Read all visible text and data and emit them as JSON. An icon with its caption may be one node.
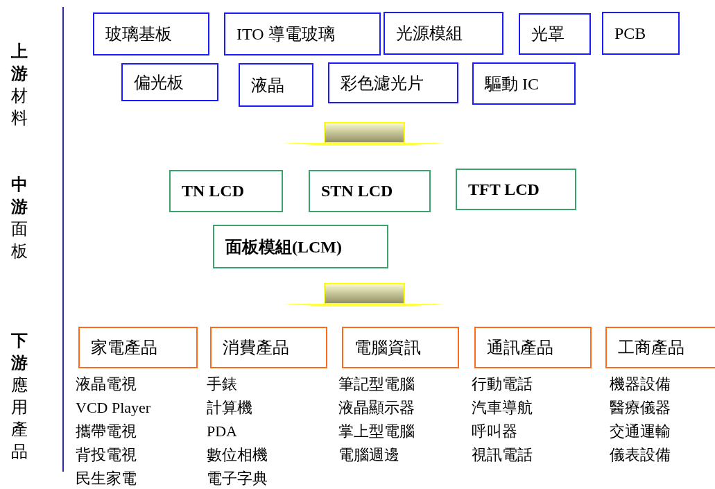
{
  "diagram": {
    "nodes": [
      {
        "text": [
          "玻璃基板"
        ]
      },
      {
        "text": [
          "ITO 導電玻璃"
        ]
      },
      {
        "text": [
          "光源模組"
        ]
      },
      {
        "text": [
          "光罩"
        ]
      },
      {
        "text": [
          "PCB"
        ]
      },
      {
        "text": [
          "偏光板"
        ]
      },
      {
        "text": [
          "液晶"
        ]
      },
      {
        "text": [
          "彩色濾光片"
        ]
      },
      {
        "text": [
          "驅動 IC"
        ]
      },
      {
        "text": [
          "TN LCD"
        ]
      },
      {
        "text": [
          "STN LCD"
        ]
      },
      {
        "text": [
          "TFT LCD"
        ]
      },
      {
        "text": [
          "面板模組(LCM)"
        ]
      },
      {
        "text": [
          "家電產品"
        ],
        "beside": [
          "液晶電視",
          "VCD Player",
          "攜帶電視",
          "背投電視",
          "民生家電"
        ]
      },
      {
        "text": [
          "消費產品"
        ],
        "beside": [
          "手錶",
          "計算機",
          "PDA",
          "數位相機",
          "電子字典"
        ]
      },
      {
        "text": [
          "電腦資訊"
        ],
        "beside": [
          "筆記型電腦",
          "液晶顯示器",
          "掌上型電腦",
          "電腦週邊"
        ]
      },
      {
        "text": [
          "通訊產品"
        ],
        "beside": [
          "行動電話",
          "汽車導航",
          "呼叫器",
          "視訊電話"
        ]
      },
      {
        "text": [
          "工商產品"
        ],
        "beside": [
          "機器設備",
          "醫療儀器",
          "交通運輸",
          "儀表設備"
        ]
      }
    ],
    "edges": [
      {
        "from": 7,
        "to": 10,
        "arrow": "none"
      },
      {
        "from": 12,
        "to": 15,
        "arrow": "none"
      }
    ],
    "labels": [
      "**上游**材料",
      "**中游**面板",
      "**下游**應用產品"
    ]
  }
}
